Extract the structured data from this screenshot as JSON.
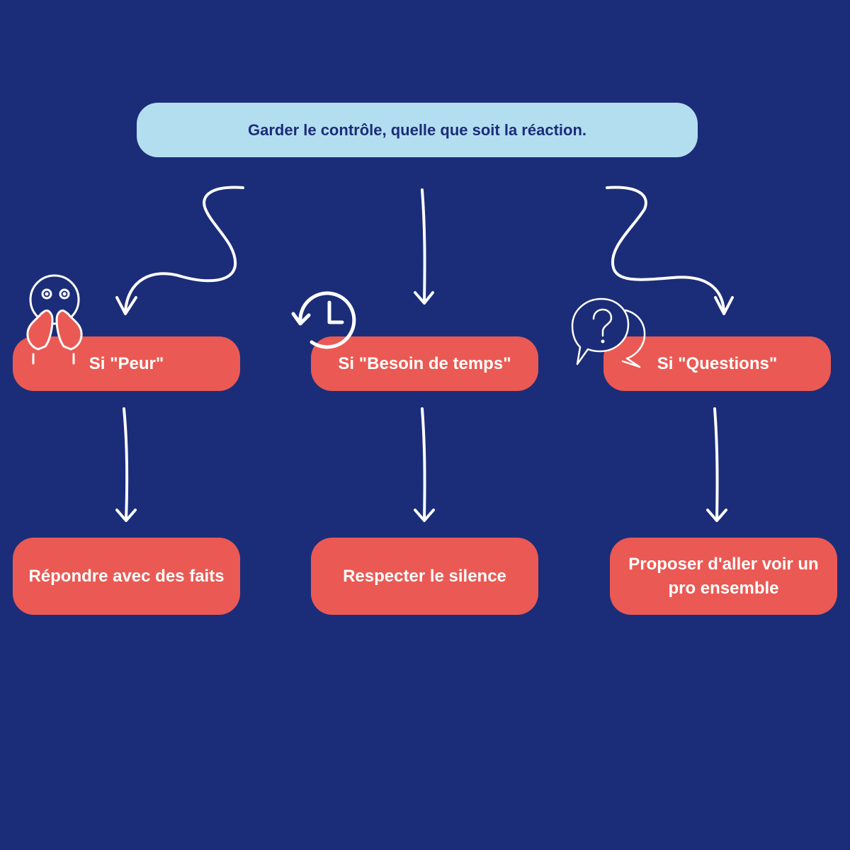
{
  "title": "Garder le contrôle, quelle que soit la réaction.",
  "columns": [
    {
      "condition": "Si \"Peur\"",
      "action": "Répondre avec des faits",
      "icon": "scared-face-icon"
    },
    {
      "condition": "Si \"Besoin de temps\"",
      "action": "Respecter le silence",
      "icon": "clock-history-icon"
    },
    {
      "condition": "Si \"Questions\"",
      "action": "Proposer d'aller voir un pro ensemble",
      "icon": "question-bubbles-icon"
    }
  ],
  "colors": {
    "background": "#1b2d78",
    "title_box": "#b3def0",
    "title_text": "#1b2d78",
    "node": "#ea5953",
    "node_text": "#ffffff",
    "arrow": "#ffffff"
  }
}
